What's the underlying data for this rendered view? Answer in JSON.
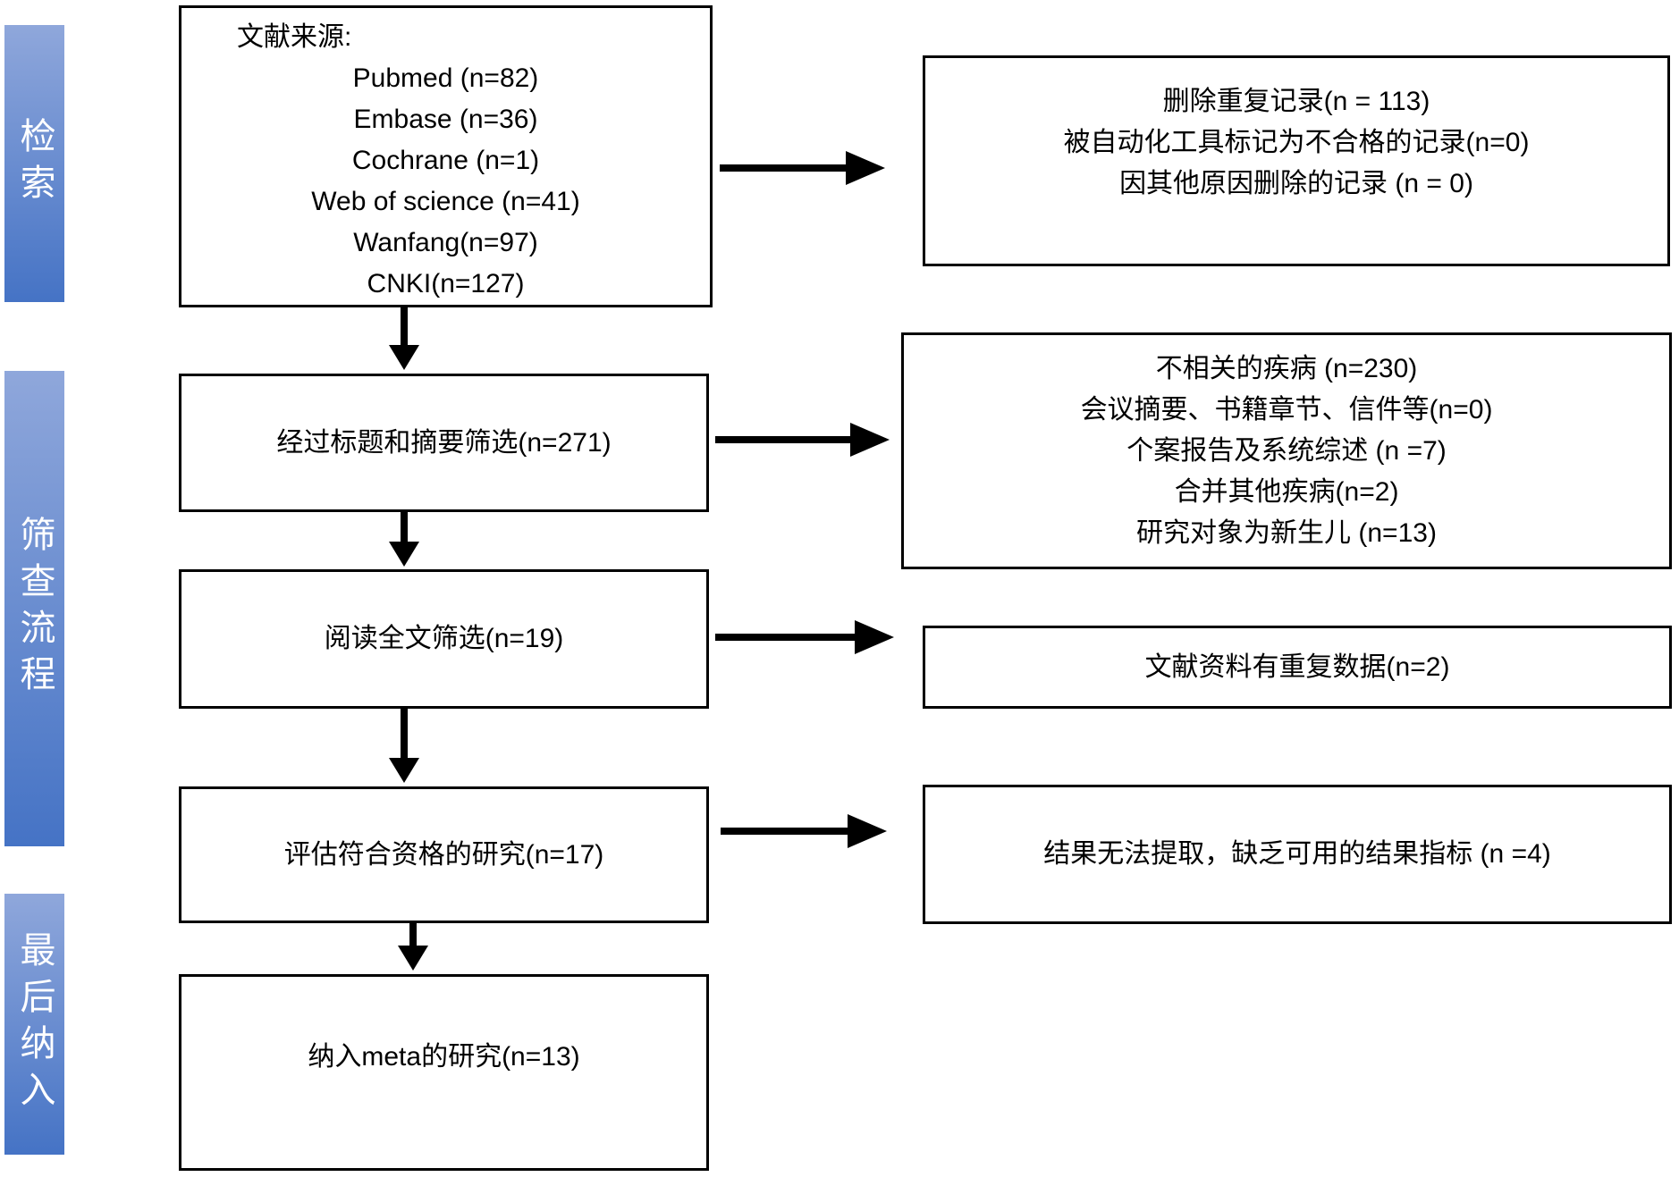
{
  "colors": {
    "background": "#ffffff",
    "box_border": "#000000",
    "bar_gradient_top": "#8FA7DB",
    "bar_gradient_bottom": "#4573C5",
    "bar_text": "#ffffff",
    "arrow": "#000000"
  },
  "sidebar": {
    "stages": [
      {
        "label": "检索"
      },
      {
        "label": "筛查流程"
      },
      {
        "label": "最后纳入"
      }
    ]
  },
  "flow": {
    "source_box": {
      "title": "文献来源:",
      "items": [
        "Pubmed (n=82)",
        "Embase (n=36)",
        "Cochrane (n=1)",
        "Web of science (n=41)",
        "Wanfang(n=97)",
        "CNKI(n=127)"
      ]
    },
    "steps": [
      {
        "label": "经过标题和摘要筛选(n=271)"
      },
      {
        "label": "阅读全文筛选(n=19)"
      },
      {
        "label": "评估符合资格的研究(n=17)"
      },
      {
        "label": "纳入meta的研究(n=13)"
      }
    ],
    "exclusions": [
      {
        "lines": [
          "删除重复记录(n = 113)",
          "被自动化工具标记为不合格的记录(n=0)",
          "因其他原因删除的记录 (n = 0)"
        ]
      },
      {
        "lines": [
          "不相关的疾病 (n=230)",
          "会议摘要、书籍章节、信件等(n=0)",
          "个案报告及系统综述 (n =7)",
          "合并其他疾病(n=2)",
          "研究对象为新生儿 (n=13)"
        ]
      },
      {
        "lines": [
          "文献资料有重复数据(n=2)"
        ]
      },
      {
        "lines": [
          "结果无法提取，缺乏可用的结果指标 (n =4)"
        ]
      }
    ]
  }
}
